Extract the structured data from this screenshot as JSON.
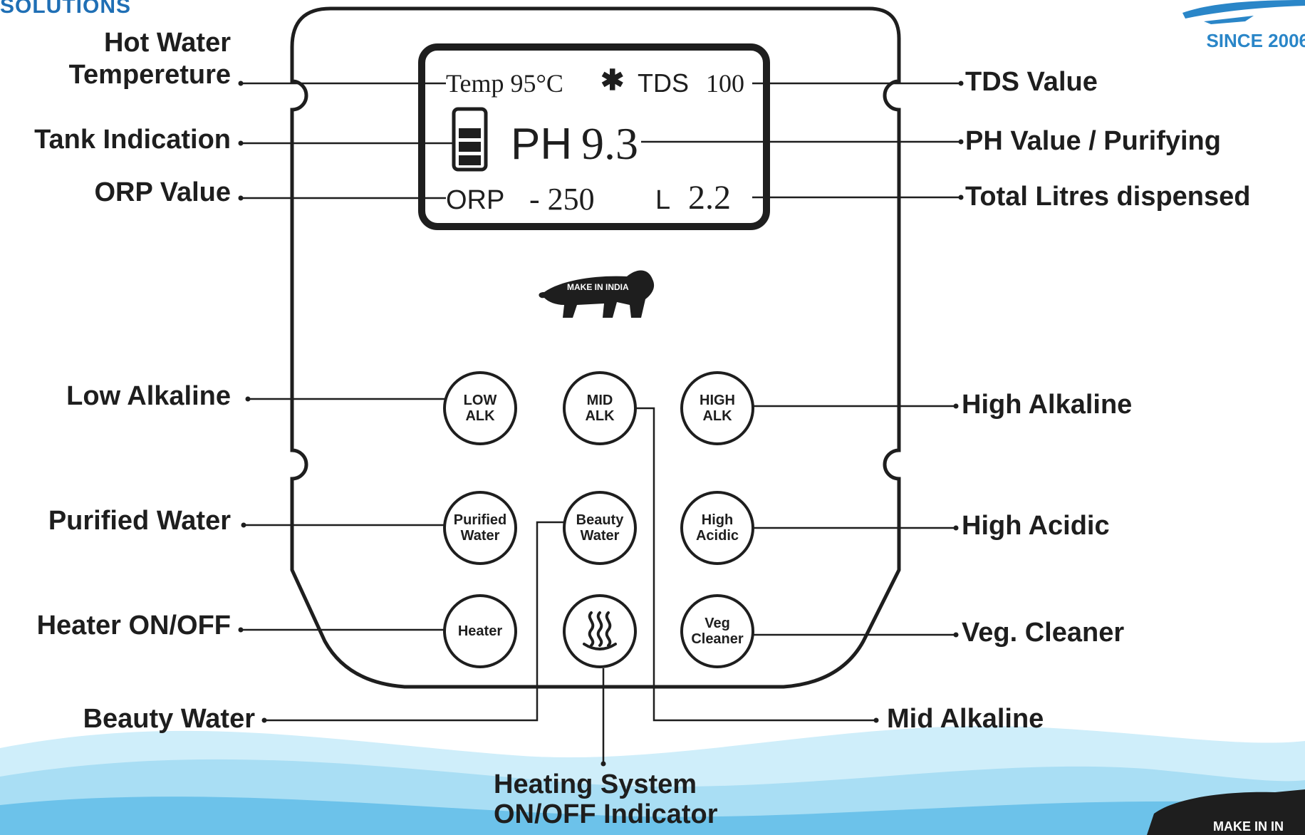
{
  "header": {
    "brand_left": "SOLUTIONS",
    "brand_right": "SINCE 2006"
  },
  "display": {
    "temp_text": "Temp 95°C",
    "bluetooth_icon": "bluetooth-icon",
    "tds_label": "TDS",
    "tds_value": "100",
    "ph_label": "PH",
    "ph_value": "9.3",
    "orp_label": "ORP",
    "orp_value": "- 250",
    "litres_label": "L",
    "litres_value": "2.2",
    "tank_level_bars": 3
  },
  "logo": {
    "make_in_india": "MAKE IN INDIA",
    "corner_text": "MAKE IN IN"
  },
  "buttons": [
    {
      "id": "low-alk",
      "label": "LOW\nALK"
    },
    {
      "id": "mid-alk",
      "label": "MID\nALK"
    },
    {
      "id": "high-alk",
      "label": "HIGH\nALK"
    },
    {
      "id": "purified-water",
      "label": "Purified\nWater"
    },
    {
      "id": "beauty-water",
      "label": "Beauty\nWater"
    },
    {
      "id": "high-acidic",
      "label": "High\nAcidic"
    },
    {
      "id": "heater",
      "label": "Heater"
    },
    {
      "id": "heating-indicator",
      "label": "",
      "icon": "heating-waves-icon"
    },
    {
      "id": "veg-cleaner",
      "label": "Veg\nCleaner"
    }
  ],
  "callouts": {
    "hot_water_temperature": "Hot Water\nTempereture",
    "tank_indication": "Tank Indication",
    "orp_value": "ORP Value",
    "tds_value": "TDS Value",
    "ph_value": "PH Value / Purifying",
    "total_litres": "Total Litres dispensed",
    "low_alkaline": "Low Alkaline",
    "high_alkaline": "High Alkaline",
    "purified_water": "Purified Water",
    "high_acidic": "High Acidic",
    "heater_on_off": "Heater ON/OFF",
    "veg_cleaner": "Veg. Cleaner",
    "beauty_water": "Beauty Water",
    "mid_alkaline": "Mid Alkaline",
    "heating_system": "Heating System\nON/OFF Indicator"
  },
  "colors": {
    "ink": "#1e1e1e",
    "brand_blue": "#1f6fb5",
    "wave_light": "#cfeefa",
    "wave_mid": "#8fd3ef",
    "wave_dark": "#4fb3e3"
  }
}
